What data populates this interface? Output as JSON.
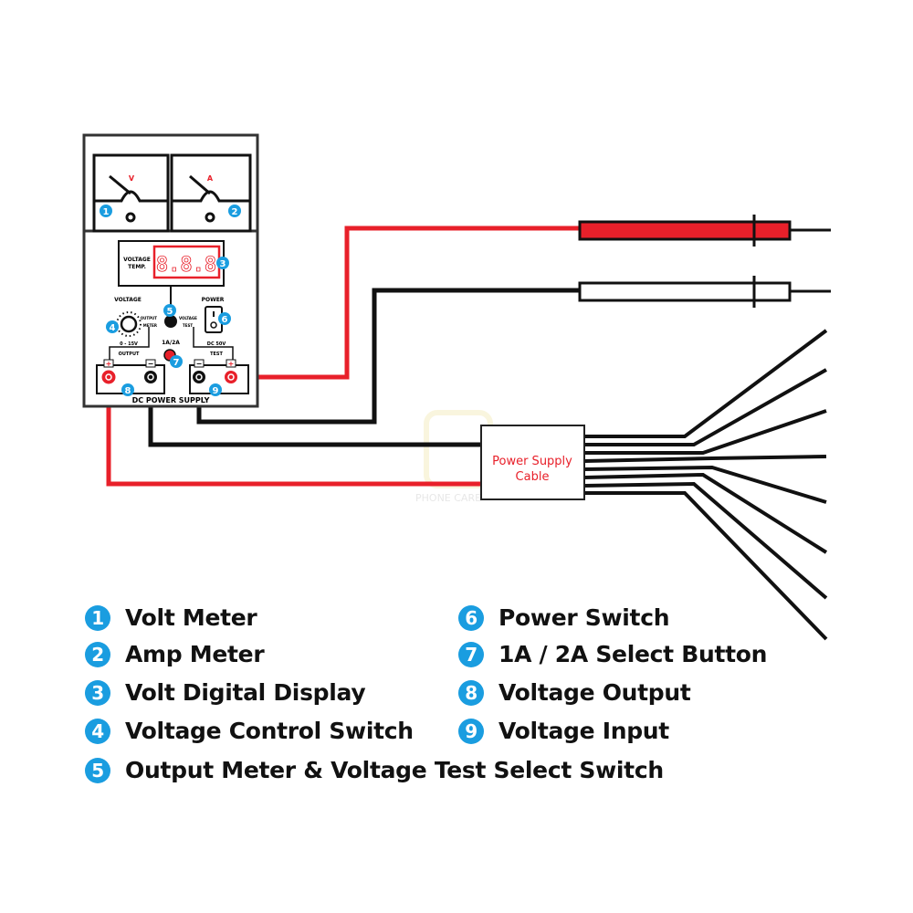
{
  "device": {
    "meter_v": "V",
    "meter_a": "A",
    "display_label_1": "VOLTAGE",
    "display_label_2": "TEMP.",
    "voltage_label": "VOLTAGE",
    "power_label": "POWER",
    "switch_left_1": "OUTPUT",
    "switch_left_2": "METER",
    "switch_right_1": "VOLTAGE",
    "switch_right_2": "TEST",
    "range_label": "0 - 15V",
    "output_label": "OUTPUT",
    "button_label": "1A/2A",
    "dc_label": "DC 50V",
    "test_label": "TEST",
    "bottom_label": "DC POWER SUPPLY",
    "plus": "+",
    "minus": "−"
  },
  "cable_box": {
    "line1": "Power Supply",
    "line2": "Cable"
  },
  "watermark": "PHONE CARE",
  "colors": {
    "accent": "#1a9de0",
    "red": "#e8202a",
    "black": "#111111"
  },
  "legend": [
    {
      "n": "1",
      "label": "Volt Meter"
    },
    {
      "n": "2",
      "label": "Amp Meter"
    },
    {
      "n": "3",
      "label": "Volt Digital Display"
    },
    {
      "n": "4",
      "label": "Voltage Control Switch"
    },
    {
      "n": "5",
      "label": "Output Meter & Voltage Test Select Switch"
    },
    {
      "n": "6",
      "label": "Power Switch"
    },
    {
      "n": "7",
      "label": "1A / 2A Select Button"
    },
    {
      "n": "8",
      "label": "Voltage Output"
    },
    {
      "n": "9",
      "label": "Voltage Input"
    }
  ]
}
